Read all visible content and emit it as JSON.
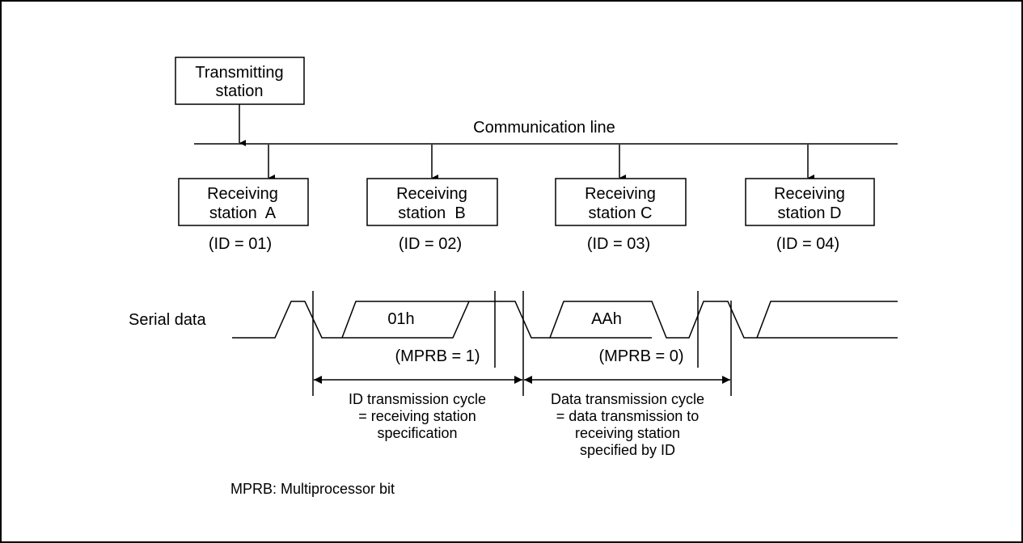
{
  "transmitting_station": [
    "Transmitting",
    "station"
  ],
  "communication_line_label": "Communication line",
  "receiving_stations": [
    {
      "line1": "Receiving",
      "line2": "station  A",
      "id": "(ID = 01)"
    },
    {
      "line1": "Receiving",
      "line2": "station  B",
      "id": "(ID = 02)"
    },
    {
      "line1": "Receiving",
      "line2": "station C",
      "id": "(ID = 03)"
    },
    {
      "line1": "Receiving",
      "line2": "station D",
      "id": "(ID = 04)"
    }
  ],
  "serial_data_label": "Serial data",
  "frame1_value": "01h",
  "frame2_value": "AAh",
  "mprb1": "(MPRB = 1)",
  "mprb0": "(MPRB = 0)",
  "id_cycle": [
    "ID transmission cycle",
    "= receiving station",
    "specification"
  ],
  "data_cycle": [
    "Data transmission cycle",
    "= data transmission to",
    "receiving station",
    "specified by ID"
  ],
  "footnote": "MPRB: Multiprocessor bit"
}
